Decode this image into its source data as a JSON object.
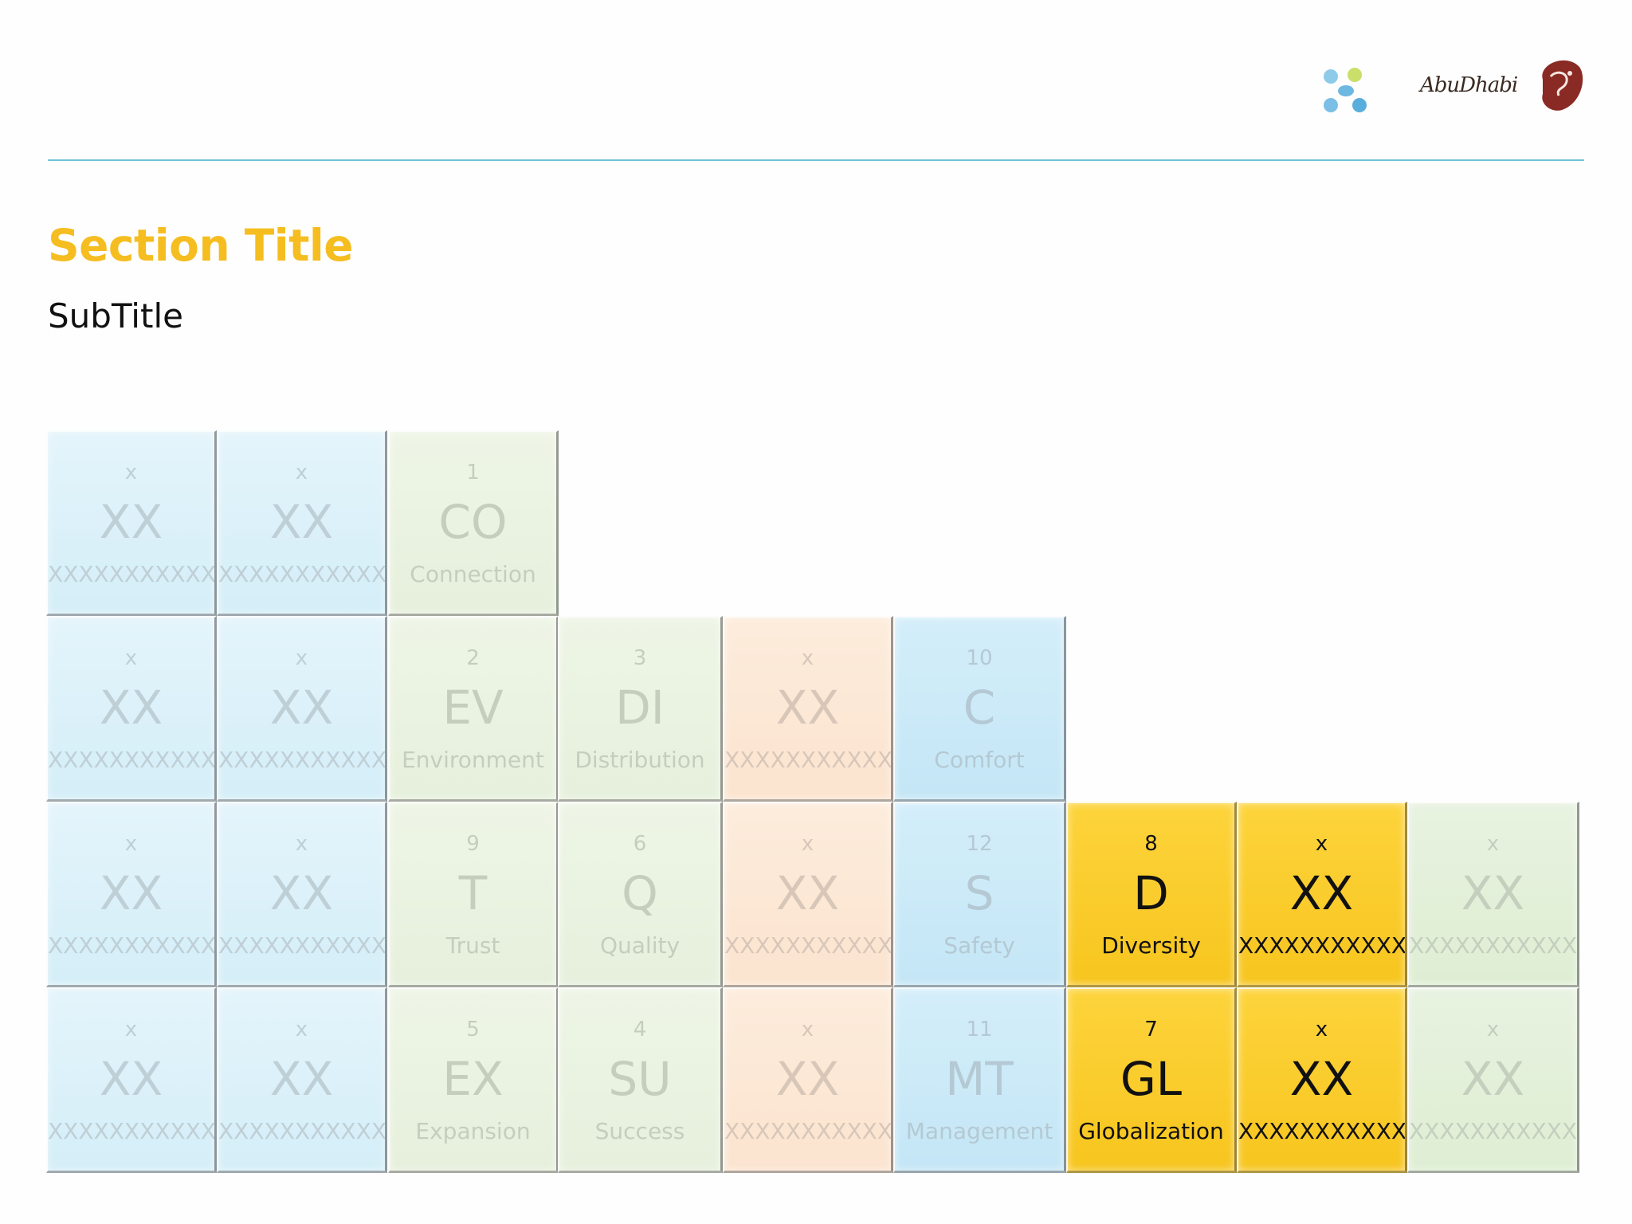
{
  "slide": {
    "title": "Section Title",
    "subtitle": "SubTitle",
    "logo_text": "AbuDhabi"
  },
  "colors": {
    "accent": "#f5bd1f",
    "rule": "#6fc3d8",
    "highlight_tile": "#f7c51e"
  },
  "tiles": [
    {
      "n": "x",
      "s": "XX",
      "name": "XXXXXXXXXXX",
      "color": "blue"
    },
    {
      "n": "x",
      "s": "XX",
      "name": "XXXXXXXXXXX",
      "color": "blue"
    },
    {
      "n": "1",
      "s": "CO",
      "name": "Connection",
      "color": "green"
    },
    {
      "n": "x",
      "s": "XX",
      "name": "XXXXXXXXXXX",
      "color": "blue"
    },
    {
      "n": "x",
      "s": "XX",
      "name": "XXXXXXXXXXX",
      "color": "blue"
    },
    {
      "n": "2",
      "s": "EV",
      "name": "Environment",
      "color": "green"
    },
    {
      "n": "3",
      "s": "DI",
      "name": "Distribution",
      "color": "green"
    },
    {
      "n": "x",
      "s": "XX",
      "name": "XXXXXXXXXXX",
      "color": "peach"
    },
    {
      "n": "10",
      "s": "C",
      "name": "Comfort",
      "color": "sky"
    },
    {
      "n": "x",
      "s": "XX",
      "name": "XXXXXXXXXXX",
      "color": "blue"
    },
    {
      "n": "x",
      "s": "XX",
      "name": "XXXXXXXXXXX",
      "color": "blue"
    },
    {
      "n": "9",
      "s": "T",
      "name": "Trust",
      "color": "green"
    },
    {
      "n": "6",
      "s": "Q",
      "name": "Quality",
      "color": "green"
    },
    {
      "n": "x",
      "s": "XX",
      "name": "XXXXXXXXXXX",
      "color": "peach"
    },
    {
      "n": "12",
      "s": "S",
      "name": "Safety",
      "color": "sky"
    },
    {
      "n": "8",
      "s": "D",
      "name": "Diversity",
      "color": "gold"
    },
    {
      "n": "x",
      "s": "XX",
      "name": "XXXXXXXXXXX",
      "color": "gold"
    },
    {
      "n": "x",
      "s": "XX",
      "name": "XXXXXXXXXXX",
      "color": "green2"
    },
    {
      "n": "x",
      "s": "XX",
      "name": "XXXXXXXXXXX",
      "color": "blue"
    },
    {
      "n": "x",
      "s": "XX",
      "name": "XXXXXXXXXXX",
      "color": "blue"
    },
    {
      "n": "5",
      "s": "EX",
      "name": "Expansion",
      "color": "green"
    },
    {
      "n": "4",
      "s": "SU",
      "name": "Success",
      "color": "green"
    },
    {
      "n": "x",
      "s": "XX",
      "name": "XXXXXXXXXXX",
      "color": "peach"
    },
    {
      "n": "11",
      "s": "MT",
      "name": "Management",
      "color": "sky"
    },
    {
      "n": "7",
      "s": "GL",
      "name": "Globalization",
      "color": "gold"
    },
    {
      "n": "x",
      "s": "XX",
      "name": "XXXXXXXXXXX",
      "color": "gold"
    },
    {
      "n": "x",
      "s": "XX",
      "name": "XXXXXXXXXXX",
      "color": "green2"
    }
  ]
}
